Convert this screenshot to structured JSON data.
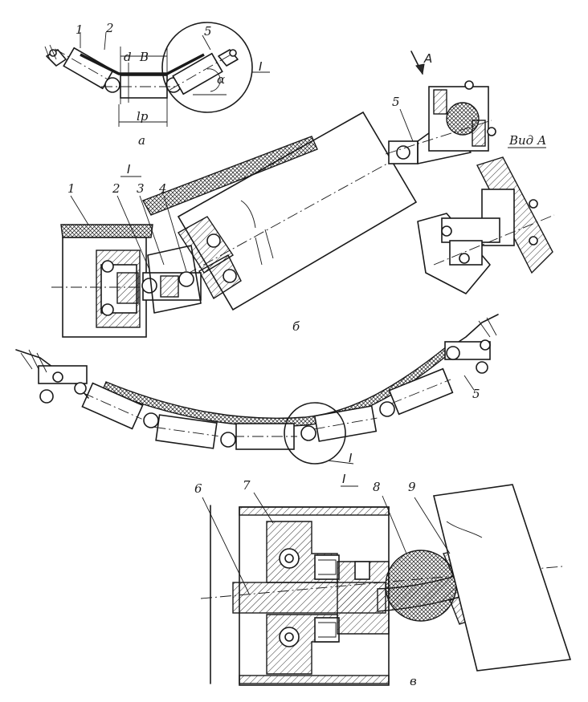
{
  "labels": {
    "a_1": "1",
    "a_2": "2",
    "a_5": "5",
    "a_d": "d",
    "a_B": "B",
    "a_alpha": "α",
    "a_I": "I",
    "a_lp": "lp",
    "a_caption": "а",
    "arrow_A": "A",
    "b_5": "5",
    "vid_A": "Вид А",
    "b_I": "I",
    "b_1": "1",
    "b_2": "2",
    "b_3": "3",
    "b_4": "4",
    "b_caption": "б",
    "chain_5": "5",
    "chain_I": "I",
    "c_I": "I",
    "c_6": "6",
    "c_7": "7",
    "c_8": "8",
    "c_9": "9",
    "c_caption": "в"
  },
  "colors": {
    "ink": "#1a1a1a",
    "paper": "#ffffff"
  }
}
